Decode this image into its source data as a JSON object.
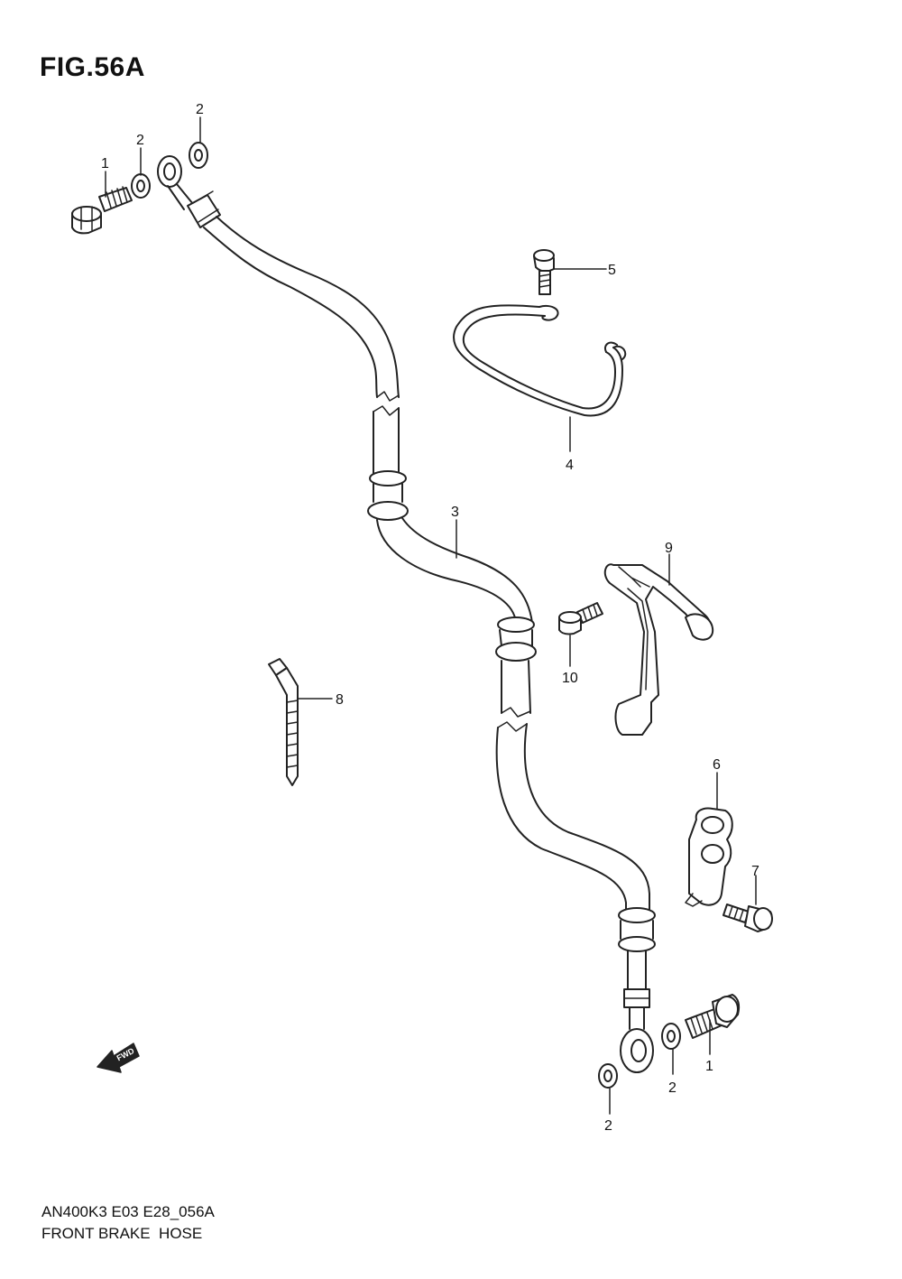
{
  "figure": {
    "title": "FIG.56A",
    "code": "AN400K3 E03 E28_056A",
    "name": "FRONT BRAKE  HOSE"
  },
  "callouts": [
    {
      "id": "c-1a",
      "text": "1"
    },
    {
      "id": "c-2a",
      "text": "2"
    },
    {
      "id": "c-2b",
      "text": "2"
    },
    {
      "id": "c-3",
      "text": "3"
    },
    {
      "id": "c-4",
      "text": "4"
    },
    {
      "id": "c-5",
      "text": "5"
    },
    {
      "id": "c-6",
      "text": "6"
    },
    {
      "id": "c-7",
      "text": "7"
    },
    {
      "id": "c-8",
      "text": "8"
    },
    {
      "id": "c-9",
      "text": "9"
    },
    {
      "id": "c-10",
      "text": "10"
    },
    {
      "id": "c-1b",
      "text": "1"
    },
    {
      "id": "c-2c",
      "text": "2"
    },
    {
      "id": "c-2d",
      "text": "2"
    }
  ],
  "direction_marker": {
    "text": "FWD",
    "icon": "forward-arrow-icon"
  },
  "colors": {
    "ink": "#222222",
    "background": "#ffffff"
  }
}
